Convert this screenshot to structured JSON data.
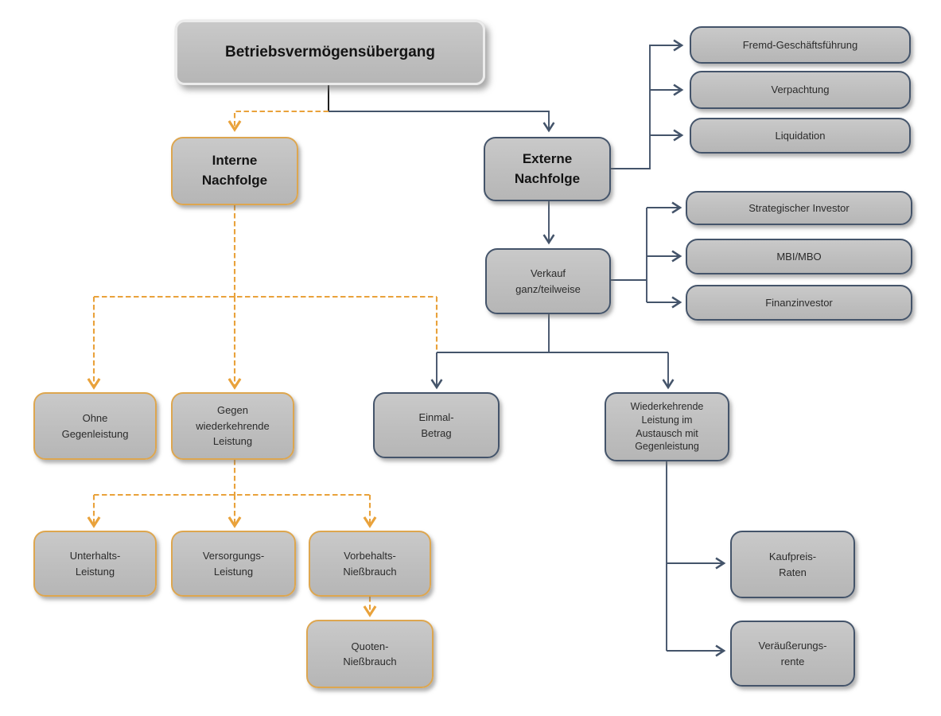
{
  "diagram": {
    "nodes": {
      "root": {
        "label": [
          "Betriebsvermögensübergang"
        ],
        "style": "root"
      },
      "interne_nachfolge": {
        "label": [
          "Interne",
          "Nachfolge"
        ],
        "style": "internal"
      },
      "externe_nachfolge": {
        "label": [
          "Externe",
          "Nachfolge"
        ],
        "style": "external"
      },
      "fremd_geschaeftsfuehrung": {
        "label": [
          "Fremd-Geschäftsführung"
        ],
        "style": "external"
      },
      "verpachtung": {
        "label": [
          "Verpachtung"
        ],
        "style": "external"
      },
      "liquidation": {
        "label": [
          "Liquidation"
        ],
        "style": "external"
      },
      "verkauf": {
        "label": [
          "Verkauf",
          "ganz/teilweise"
        ],
        "style": "external"
      },
      "strategischer_investor": {
        "label": [
          "Strategischer Investor"
        ],
        "style": "external"
      },
      "mbi_mbo": {
        "label": [
          "MBI/MBO"
        ],
        "style": "external"
      },
      "finanzinvestor": {
        "label": [
          "Finanzinvestor"
        ],
        "style": "external"
      },
      "ohne_gegenleistung": {
        "label": [
          "Ohne",
          "Gegenleistung"
        ],
        "style": "internal"
      },
      "gegen_wiederkehrende": {
        "label": [
          "Gegen",
          "wiederkehrende",
          "Leistung"
        ],
        "style": "internal"
      },
      "einmal_betrag": {
        "label": [
          "Einmal-",
          "Betrag"
        ],
        "style": "external"
      },
      "wiederkehrende_leistung": {
        "label": [
          "Wiederkehrende",
          "Leistung im",
          "Austausch mit",
          "Gegenleistung"
        ],
        "style": "external"
      },
      "unterhalts_leistung": {
        "label": [
          "Unterhalts-",
          "Leistung"
        ],
        "style": "internal"
      },
      "versorgungs_leistung": {
        "label": [
          "Versorgungs-",
          "Leistung"
        ],
        "style": "internal"
      },
      "vorbehalts_niessbrauch": {
        "label": [
          "Vorbehalts-",
          "Nießbrauch"
        ],
        "style": "internal"
      },
      "quoten_niessbrauch": {
        "label": [
          "Quoten-",
          "Nießbrauch"
        ],
        "style": "internal"
      },
      "kaufpreis_raten": {
        "label": [
          "Kaufpreis-",
          "Raten"
        ],
        "style": "external"
      },
      "veraeusserungsrente": {
        "label": [
          "Veräußerungs-",
          "rente"
        ],
        "style": "external"
      }
    },
    "colors": {
      "internal_accent": "#e9a23b",
      "internal_border": "#dda64f",
      "external_accent": "#44546a",
      "root_connector": "#1f1f1f",
      "box_fill": "#c1c1c1",
      "text": "#2b2b2b"
    },
    "connector_styles": {
      "internal": "dashed-orange-arrow",
      "external": "solid-navy-arrow"
    }
  }
}
